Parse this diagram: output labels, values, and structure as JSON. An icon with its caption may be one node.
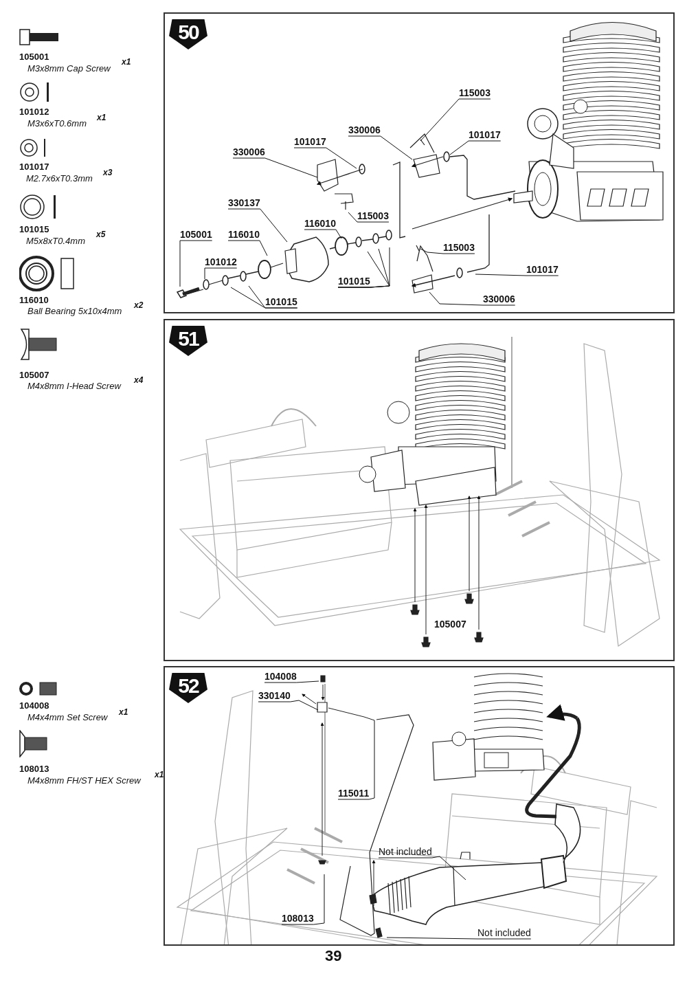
{
  "diagram": {
    "nodes": [
      {
        "text": [
          "50"
        ]
      },
      {
        "text": [
          "115003"
        ],
        "in": 0
      },
      {
        "text": [
          "330006"
        ],
        "in": 0
      },
      {
        "text": [
          "101017"
        ],
        "in": 0
      },
      {
        "text": [
          "330006"
        ],
        "in": 0
      },
      {
        "text": [
          "101017"
        ],
        "in": 0
      },
      {
        "text": [
          "330137"
        ],
        "in": 0
      },
      {
        "text": [
          "115003"
        ],
        "in": 0
      },
      {
        "text": [
          "116010"
        ],
        "in": 0
      },
      {
        "text": [
          "105001"
        ],
        "in": 0
      },
      {
        "text": [
          "116010"
        ],
        "in": 0
      },
      {
        "text": [
          "101012"
        ],
        "in": 0
      },
      {
        "text": [
          "101015"
        ],
        "in": 0
      },
      {
        "text": [
          "115003"
        ],
        "in": 0
      },
      {
        "text": [
          "101017"
        ],
        "in": 0
      },
      {
        "text": [
          "330006"
        ],
        "in": 0
      },
      {
        "text": [
          "101015"
        ],
        "in": 0
      },
      {
        "text": [
          "51"
        ]
      },
      {
        "text": [
          "105007"
        ],
        "in": 17
      },
      {
        "text": [
          "52"
        ]
      },
      {
        "text": [
          "104008"
        ],
        "in": 19
      },
      {
        "text": [
          "330140"
        ],
        "in": 19
      },
      {
        "text": [
          "115011"
        ],
        "in": 19
      },
      {
        "text": [
          "108013"
        ],
        "in": 19
      },
      {
        "text": [
          "Not included"
        ],
        "in": 19
      },
      {
        "text": [
          "Not included"
        ],
        "in": 19
      }
    ],
    "edges": [
      {
        "from": 1,
        "to": null,
        "arrow": "none"
      },
      {
        "from": 2,
        "to": null,
        "arrow": "none"
      },
      {
        "from": 3,
        "to": null,
        "arrow": "none"
      },
      {
        "from": 4,
        "to": null,
        "arrow": "none"
      },
      {
        "from": 5,
        "to": null,
        "arrow": "none"
      },
      {
        "from": 6,
        "to": null,
        "arrow": "none"
      },
      {
        "from": 7,
        "to": null,
        "arrow": "none"
      },
      {
        "from": 8,
        "to": null,
        "arrow": "none"
      },
      {
        "from": 9,
        "to": null,
        "arrow": "none"
      },
      {
        "from": 10,
        "to": null,
        "arrow": "none"
      },
      {
        "from": 11,
        "to": null,
        "arrow": "none"
      },
      {
        "from": 12,
        "to": null,
        "arrow": "none"
      },
      {
        "from": 12,
        "to": null,
        "arrow": "none"
      },
      {
        "from": 12,
        "to": null,
        "arrow": "none"
      },
      {
        "from": 13,
        "to": null,
        "arrow": "none"
      },
      {
        "from": 14,
        "to": null,
        "arrow": "none"
      },
      {
        "from": 15,
        "to": null,
        "arrow": "none"
      },
      {
        "from": 16,
        "to": null,
        "arrow": "none"
      },
      {
        "from": 16,
        "to": null,
        "arrow": "none"
      },
      {
        "from": 20,
        "to": null,
        "arrow": "none"
      },
      {
        "from": 21,
        "to": null,
        "arrow": "none"
      },
      {
        "from": 22,
        "to": null,
        "arrow": "none"
      },
      {
        "from": 23,
        "to": null,
        "arrow": "none"
      },
      {
        "from": 24,
        "to": null,
        "arrow": "none"
      },
      {
        "from": 25,
        "to": null,
        "arrow": "none"
      }
    ],
    "labels": [
      "105001",
      "M3x8mm Cap Screw",
      "x1",
      "101012",
      "M3x6xT0.6mm",
      "x1",
      "101017",
      "M2.7x6xT0.3mm",
      "x3",
      "101015",
      "M5x8xT0.4mm",
      "x5",
      "116010",
      "Ball Bearing 5x10x4mm",
      "x2",
      "105007",
      "M4x8mm I-Head Screw",
      "x4",
      "104008",
      "M4x4mm Set Screw",
      "x1",
      "108013",
      "M4x8mm FH/ST HEX Screw",
      "x1",
      "39"
    ]
  }
}
